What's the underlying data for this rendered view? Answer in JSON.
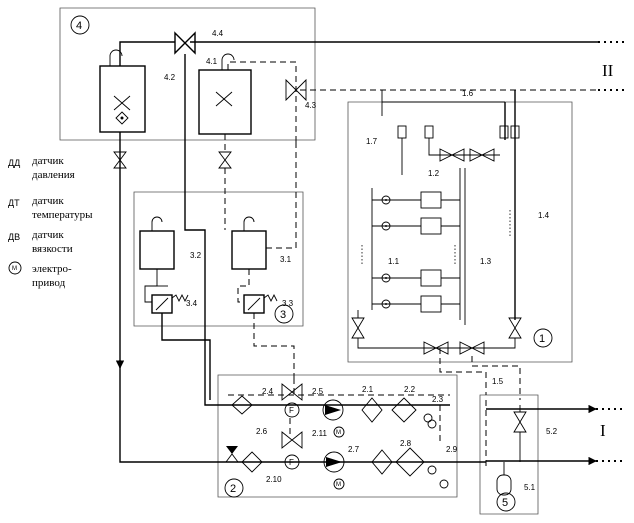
{
  "lines": {
    "I": "I",
    "II": "II"
  },
  "group_numbers": {
    "g1": "1",
    "g2": "2",
    "g3": "3",
    "g4": "4",
    "g5": "5"
  },
  "labels": {
    "l1_1": "1.1",
    "l1_2": "1.2",
    "l1_3": "1.3",
    "l1_4": "1.4",
    "l1_5": "1.5",
    "l1_6": "1.6",
    "l1_7": "1.7",
    "l2_1": "2.1",
    "l2_2": "2.2",
    "l2_3": "2.3",
    "l2_4": "2.4",
    "l2_5": "2.5",
    "l2_6": "2.6",
    "l2_7": "2.7",
    "l2_8": "2.8",
    "l2_9": "2.9",
    "l2_10": "2.10",
    "l2_11": "2.11",
    "l3_1": "3.1",
    "l3_2": "3.2",
    "l3_3": "3.3",
    "l3_4": "3.4",
    "l4_1": "4.1",
    "l4_2": "4.2",
    "l4_3": "4.3",
    "l4_4": "4.4",
    "l5_1": "5.1",
    "l5_2": "5.2"
  },
  "symbols": {
    "filter": "F",
    "motor": "M",
    "pressure": "ДД",
    "temperature": "ДТ"
  },
  "legend": [
    {
      "abbr": "ДД",
      "line1": "датчик",
      "line2": "давления"
    },
    {
      "abbr": "ДТ",
      "line1": "датчик",
      "line2": "температуры"
    },
    {
      "abbr": "ДВ",
      "line1": "датчик",
      "line2": "вязкости"
    },
    {
      "abbr": "М",
      "line1": "электро-",
      "line2": "привод"
    }
  ]
}
